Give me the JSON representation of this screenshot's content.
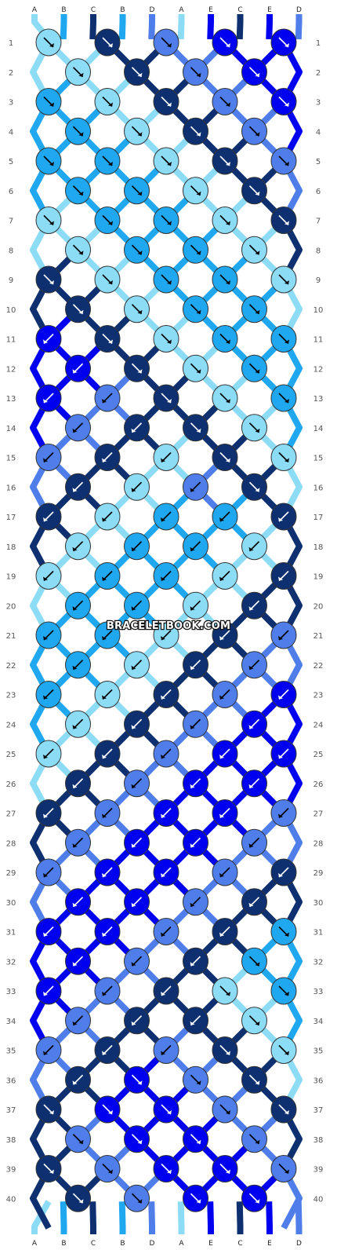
{
  "colors": {
    "A": "#8ddcf6",
    "B": "#1fa8f0",
    "C": "#0e3070",
    "D": "#4f7de9",
    "E": "#0000f0"
  },
  "top_strands": [
    "A",
    "B",
    "C",
    "B",
    "D",
    "A",
    "E",
    "C",
    "E",
    "D"
  ],
  "bottom_strands": [
    "A",
    "B",
    "C",
    "B",
    "D",
    "A",
    "E",
    "C",
    "E",
    "D"
  ],
  "row_labels": [
    "1",
    "2",
    "3",
    "4",
    "5",
    "6",
    "7",
    "8",
    "9",
    "10",
    "11",
    "12",
    "13",
    "14",
    "15",
    "16",
    "17",
    "18",
    "19",
    "20",
    "21",
    "22",
    "23",
    "24",
    "25",
    "26",
    "27",
    "28",
    "29",
    "30",
    "31",
    "32",
    "33",
    "34",
    "35",
    "36",
    "37",
    "38",
    "39",
    "40"
  ],
  "watermark": "BRACELETBOOK.COM",
  "knot_rows": [
    [
      [
        "A",
        "r"
      ],
      [
        "C",
        "r"
      ],
      [
        "D",
        "r"
      ],
      [
        "E",
        "r"
      ],
      [
        "E",
        "r"
      ]
    ],
    [
      [
        "A",
        "r"
      ],
      [
        "C",
        "r"
      ],
      [
        "D",
        "r"
      ],
      [
        "E",
        "r"
      ]
    ],
    [
      [
        "B",
        "r"
      ],
      [
        "A",
        "r"
      ],
      [
        "C",
        "r"
      ],
      [
        "D",
        "r"
      ],
      [
        "E",
        "r"
      ]
    ],
    [
      [
        "B",
        "r"
      ],
      [
        "A",
        "r"
      ],
      [
        "C",
        "r"
      ],
      [
        "D",
        "r"
      ]
    ],
    [
      [
        "B",
        "r"
      ],
      [
        "B",
        "r"
      ],
      [
        "A",
        "r"
      ],
      [
        "C",
        "r"
      ],
      [
        "D",
        "r"
      ]
    ],
    [
      [
        "B",
        "r"
      ],
      [
        "B",
        "r"
      ],
      [
        "A",
        "r"
      ],
      [
        "C",
        "r"
      ]
    ],
    [
      [
        "A",
        "r"
      ],
      [
        "B",
        "r"
      ],
      [
        "B",
        "r"
      ],
      [
        "A",
        "r"
      ],
      [
        "C",
        "r"
      ]
    ],
    [
      [
        "A",
        "r"
      ],
      [
        "B",
        "r"
      ],
      [
        "B",
        "r"
      ],
      [
        "A",
        "r"
      ]
    ],
    [
      [
        "C",
        "r"
      ],
      [
        "A",
        "r"
      ],
      [
        "B",
        "r"
      ],
      [
        "B",
        "r"
      ],
      [
        "A",
        "r"
      ]
    ],
    [
      [
        "C",
        "r"
      ],
      [
        "A",
        "r"
      ],
      [
        "B",
        "r"
      ],
      [
        "B",
        "r"
      ]
    ],
    [
      [
        "E",
        "l"
      ],
      [
        "C",
        "r"
      ],
      [
        "A",
        "r"
      ],
      [
        "B",
        "r"
      ],
      [
        "B",
        "r"
      ]
    ],
    [
      [
        "E",
        "l"
      ],
      [
        "C",
        "r"
      ],
      [
        "A",
        "r"
      ],
      [
        "B",
        "r"
      ]
    ],
    [
      [
        "E",
        "l"
      ],
      [
        "D",
        "l"
      ],
      [
        "C",
        "r"
      ],
      [
        "A",
        "r"
      ],
      [
        "B",
        "r"
      ]
    ],
    [
      [
        "D",
        "l"
      ],
      [
        "C",
        "l"
      ],
      [
        "C",
        "r"
      ],
      [
        "A",
        "r"
      ]
    ],
    [
      [
        "D",
        "l"
      ],
      [
        "C",
        "l"
      ],
      [
        "A",
        "l"
      ],
      [
        "C",
        "r"
      ],
      [
        "A",
        "r"
      ]
    ],
    [
      [
        "C",
        "l"
      ],
      [
        "A",
        "l"
      ],
      [
        "D",
        "l"
      ],
      [
        "C",
        "r"
      ]
    ],
    [
      [
        "C",
        "l"
      ],
      [
        "A",
        "l"
      ],
      [
        "B",
        "l"
      ],
      [
        "B",
        "l"
      ],
      [
        "C",
        "l"
      ]
    ],
    [
      [
        "A",
        "l"
      ],
      [
        "B",
        "l"
      ],
      [
        "B",
        "l"
      ],
      [
        "A",
        "l"
      ]
    ],
    [
      [
        "A",
        "l"
      ],
      [
        "B",
        "l"
      ],
      [
        "B",
        "l"
      ],
      [
        "A",
        "l"
      ],
      [
        "C",
        "l"
      ]
    ],
    [
      [
        "B",
        "l"
      ],
      [
        "B",
        "l"
      ],
      [
        "A",
        "l"
      ],
      [
        "C",
        "l"
      ]
    ],
    [
      [
        "B",
        "l"
      ],
      [
        "B",
        "l"
      ],
      [
        "A",
        "l"
      ],
      [
        "C",
        "l"
      ],
      [
        "D",
        "l"
      ]
    ],
    [
      [
        "B",
        "l"
      ],
      [
        "A",
        "l"
      ],
      [
        "C",
        "l"
      ],
      [
        "D",
        "l"
      ]
    ],
    [
      [
        "B",
        "l"
      ],
      [
        "A",
        "l"
      ],
      [
        "C",
        "l"
      ],
      [
        "D",
        "l"
      ],
      [
        "E",
        "l"
      ]
    ],
    [
      [
        "A",
        "l"
      ],
      [
        "C",
        "l"
      ],
      [
        "D",
        "l"
      ],
      [
        "E",
        "l"
      ]
    ],
    [
      [
        "A",
        "l"
      ],
      [
        "C",
        "l"
      ],
      [
        "D",
        "l"
      ],
      [
        "E",
        "l"
      ],
      [
        "E",
        "l"
      ]
    ],
    [
      [
        "C",
        "l"
      ],
      [
        "D",
        "l"
      ],
      [
        "E",
        "l"
      ],
      [
        "E",
        "l"
      ]
    ],
    [
      [
        "C",
        "l"
      ],
      [
        "D",
        "l"
      ],
      [
        "E",
        "l"
      ],
      [
        "E",
        "l"
      ],
      [
        "D",
        "l"
      ]
    ],
    [
      [
        "D",
        "l"
      ],
      [
        "E",
        "l"
      ],
      [
        "E",
        "l"
      ],
      [
        "D",
        "l"
      ]
    ],
    [
      [
        "D",
        "l"
      ],
      [
        "E",
        "l"
      ],
      [
        "E",
        "l"
      ],
      [
        "D",
        "l"
      ],
      [
        "C",
        "l"
      ]
    ],
    [
      [
        "E",
        "l"
      ],
      [
        "E",
        "l"
      ],
      [
        "D",
        "l"
      ],
      [
        "C",
        "l"
      ]
    ],
    [
      [
        "E",
        "l"
      ],
      [
        "E",
        "l"
      ],
      [
        "D",
        "l"
      ],
      [
        "C",
        "l"
      ],
      [
        "B",
        "r"
      ]
    ],
    [
      [
        "E",
        "l"
      ],
      [
        "D",
        "l"
      ],
      [
        "C",
        "l"
      ],
      [
        "B",
        "r"
      ]
    ],
    [
      [
        "E",
        "l"
      ],
      [
        "D",
        "l"
      ],
      [
        "C",
        "l"
      ],
      [
        "A",
        "r"
      ],
      [
        "B",
        "r"
      ]
    ],
    [
      [
        "D",
        "l"
      ],
      [
        "C",
        "l"
      ],
      [
        "C",
        "l"
      ],
      [
        "A",
        "r"
      ]
    ],
    [
      [
        "D",
        "l"
      ],
      [
        "C",
        "l"
      ],
      [
        "D",
        "l"
      ],
      [
        "C",
        "r"
      ],
      [
        "A",
        "r"
      ]
    ],
    [
      [
        "C",
        "l"
      ],
      [
        "E",
        "r"
      ],
      [
        "D",
        "r"
      ],
      [
        "C",
        "r"
      ]
    ],
    [
      [
        "C",
        "r"
      ],
      [
        "E",
        "r"
      ],
      [
        "E",
        "r"
      ],
      [
        "D",
        "r"
      ],
      [
        "C",
        "r"
      ]
    ],
    [
      [
        "D",
        "r"
      ],
      [
        "E",
        "r"
      ],
      [
        "E",
        "r"
      ],
      [
        "D",
        "r"
      ]
    ],
    [
      [
        "C",
        "r"
      ],
      [
        "D",
        "r"
      ],
      [
        "E",
        "r"
      ],
      [
        "E",
        "r"
      ],
      [
        "D",
        "r"
      ]
    ],
    [
      [
        "C",
        "r"
      ],
      [
        "D",
        "r"
      ],
      [
        "E",
        "r"
      ],
      [
        "E",
        "r"
      ]
    ]
  ]
}
